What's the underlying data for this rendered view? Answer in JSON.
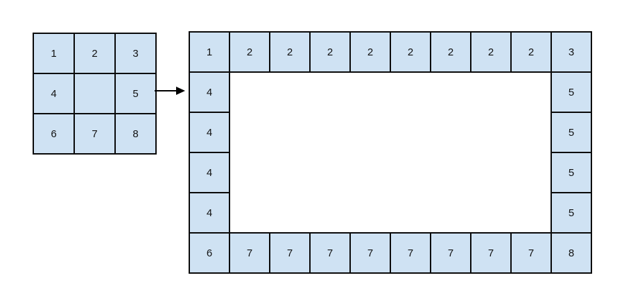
{
  "colors": {
    "page_background": "#ffffff",
    "cell_fill": "#cfe2f3",
    "cell_border": "#0a0a0a",
    "cell_text": "#111111",
    "arrow_color": "#000000"
  },
  "source_grid": {
    "rows": [
      [
        "1",
        "2",
        "3"
      ],
      [
        "4",
        "",
        "5"
      ],
      [
        "6",
        "7",
        "8"
      ]
    ]
  },
  "scaled_grid": {
    "rows": [
      [
        "1",
        "2",
        "2",
        "2",
        "2",
        "2",
        "2",
        "2",
        "2",
        "3"
      ],
      [
        "4",
        null,
        null,
        null,
        null,
        null,
        null,
        null,
        null,
        "5"
      ],
      [
        "4",
        null,
        null,
        null,
        null,
        null,
        null,
        null,
        null,
        "5"
      ],
      [
        "4",
        null,
        null,
        null,
        null,
        null,
        null,
        null,
        null,
        "5"
      ],
      [
        "4",
        null,
        null,
        null,
        null,
        null,
        null,
        null,
        null,
        "5"
      ],
      [
        "6",
        "7",
        "7",
        "7",
        "7",
        "7",
        "7",
        "7",
        "7",
        "8"
      ]
    ]
  }
}
